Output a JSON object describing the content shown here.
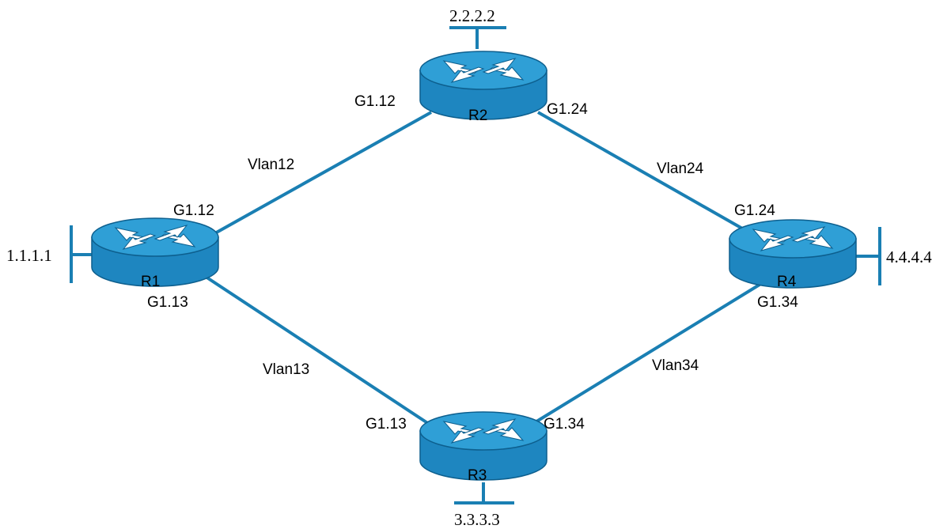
{
  "colors": {
    "link": "#1a7fb3",
    "router_top": "#2f9fd6",
    "router_side": "#1e86c0",
    "router_edge": "#0d5f8e",
    "arrow": "#ffffff"
  },
  "icons": {
    "router": "router-icon",
    "arrows": "router-arrows-icon"
  },
  "routers": {
    "r1": {
      "name": "R1",
      "loopback": "1.1.1.1"
    },
    "r2": {
      "name": "R2",
      "loopback": "2.2.2.2"
    },
    "r3": {
      "name": "R3",
      "loopback": "3.3.3.3"
    },
    "r4": {
      "name": "R4",
      "loopback": "4.4.4.4"
    }
  },
  "links": {
    "vlan12": {
      "name": "Vlan12",
      "end_a_iface": "G1.12",
      "end_b_iface": "G1.12"
    },
    "vlan24": {
      "name": "Vlan24",
      "end_a_iface": "G1.24",
      "end_b_iface": "G1.24"
    },
    "vlan13": {
      "name": "Vlan13",
      "end_a_iface": "G1.13",
      "end_b_iface": "G1.13"
    },
    "vlan34": {
      "name": "Vlan34",
      "end_a_iface": "G1.34",
      "end_b_iface": "G1.34"
    }
  }
}
